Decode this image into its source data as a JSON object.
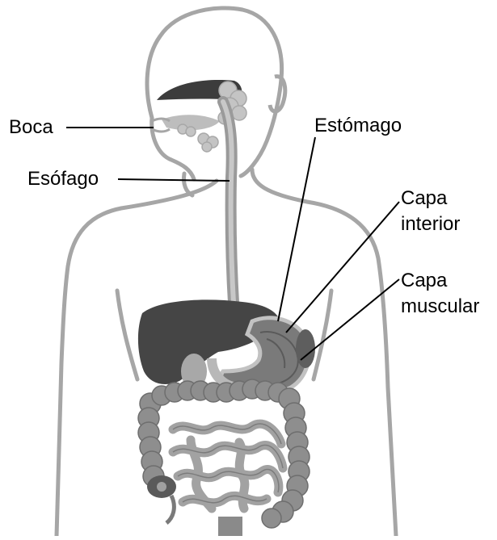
{
  "labels": {
    "boca": "Boca",
    "esofago": "Esófago",
    "estomago": "Estómago",
    "capa_interior_1": "Capa",
    "capa_interior_2": "interior",
    "capa_muscular_1": "Capa",
    "capa_muscular_2": "muscular"
  },
  "colors": {
    "outline": "#a6a6a6",
    "liver": "#454545",
    "stomach": "#7a7a7a",
    "intestine_large": "#8e8e8e",
    "intestine_small": "#a2a2a2",
    "gland": "#c4c4c4",
    "esophagus": "#9a9a9a"
  }
}
